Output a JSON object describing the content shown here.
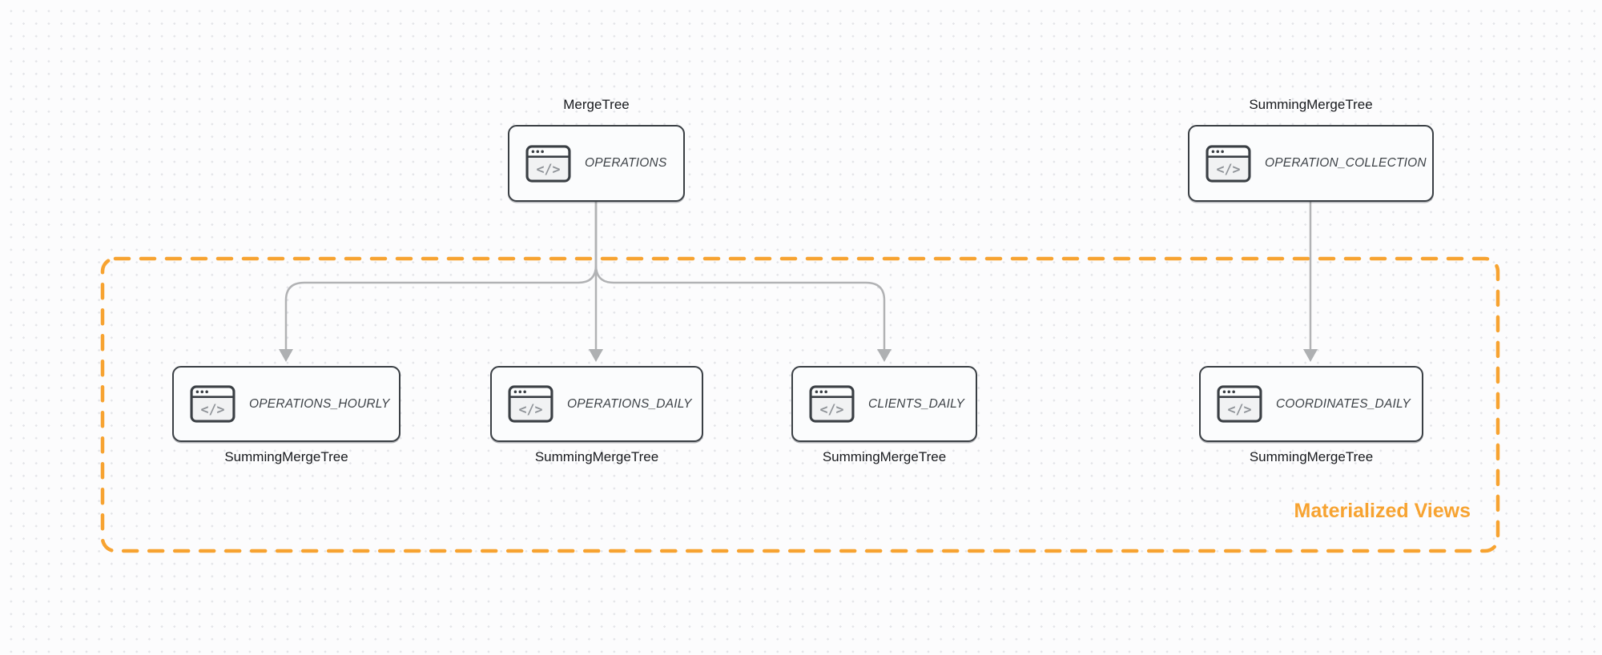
{
  "diagram": {
    "group": {
      "label": "Materialized Views",
      "border_color": "#f7a331"
    },
    "icon_glyph": "</>",
    "colors": {
      "edge": "#b1b2b4",
      "node_border": "#3a3f44",
      "group_orange": "#f7a331"
    },
    "nodes": [
      {
        "engine": "MergeTree",
        "table": "OPERATIONS"
      },
      {
        "engine": "SummingMergeTree",
        "table": "OPERATION_COLLECTION"
      },
      {
        "engine": "SummingMergeTree",
        "table": "OPERATIONS_HOURLY"
      },
      {
        "engine": "SummingMergeTree",
        "table": "OPERATIONS_DAILY"
      },
      {
        "engine": "SummingMergeTree",
        "table": "CLIENTS_DAILY"
      },
      {
        "engine": "SummingMergeTree",
        "table": "COORDINATES_DAILY"
      }
    ]
  }
}
